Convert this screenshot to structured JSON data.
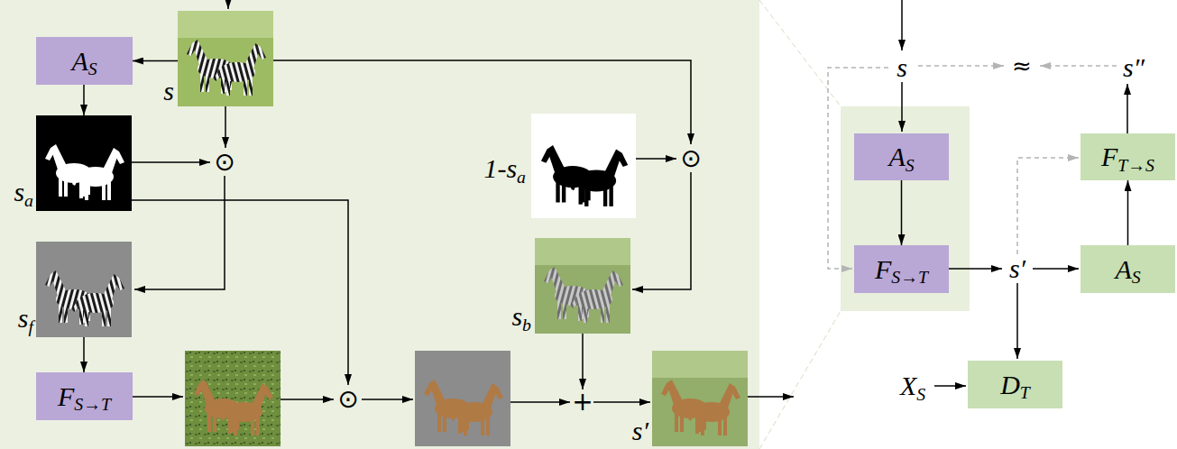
{
  "diagram": {
    "nodes": [
      {
        "text": [
          "s"
        ]
      },
      {
        "text": [
          "AS"
        ]
      },
      {
        "text": [
          "sa"
        ]
      },
      {
        "text": [
          "sf"
        ]
      },
      {
        "text": [
          "FS→T"
        ]
      },
      {
        "text": [
          "1-sa"
        ]
      },
      {
        "text": [
          "sb"
        ]
      },
      {
        "text": [
          "s′"
        ]
      },
      {
        "text": [
          "AS"
        ]
      },
      {
        "text": [
          "FS→T"
        ]
      },
      {
        "text": [
          "FT→S"
        ]
      },
      {
        "text": [
          "AS"
        ]
      },
      {
        "text": [
          "DT"
        ]
      }
    ],
    "edges": [
      {
        "from": 0,
        "to": 1,
        "arrow": "to"
      },
      {
        "from": 1,
        "to": 2,
        "arrow": "to"
      },
      {
        "from": 3,
        "to": 4,
        "arrow": "to"
      },
      {
        "from": 8,
        "to": 9,
        "arrow": "to"
      },
      {
        "from": 11,
        "to": 10,
        "arrow": "to"
      }
    ],
    "labels": [
      "⊙",
      "⊙",
      "⊙",
      "+",
      "s",
      "≈",
      "s″",
      "s′",
      "XS"
    ]
  }
}
